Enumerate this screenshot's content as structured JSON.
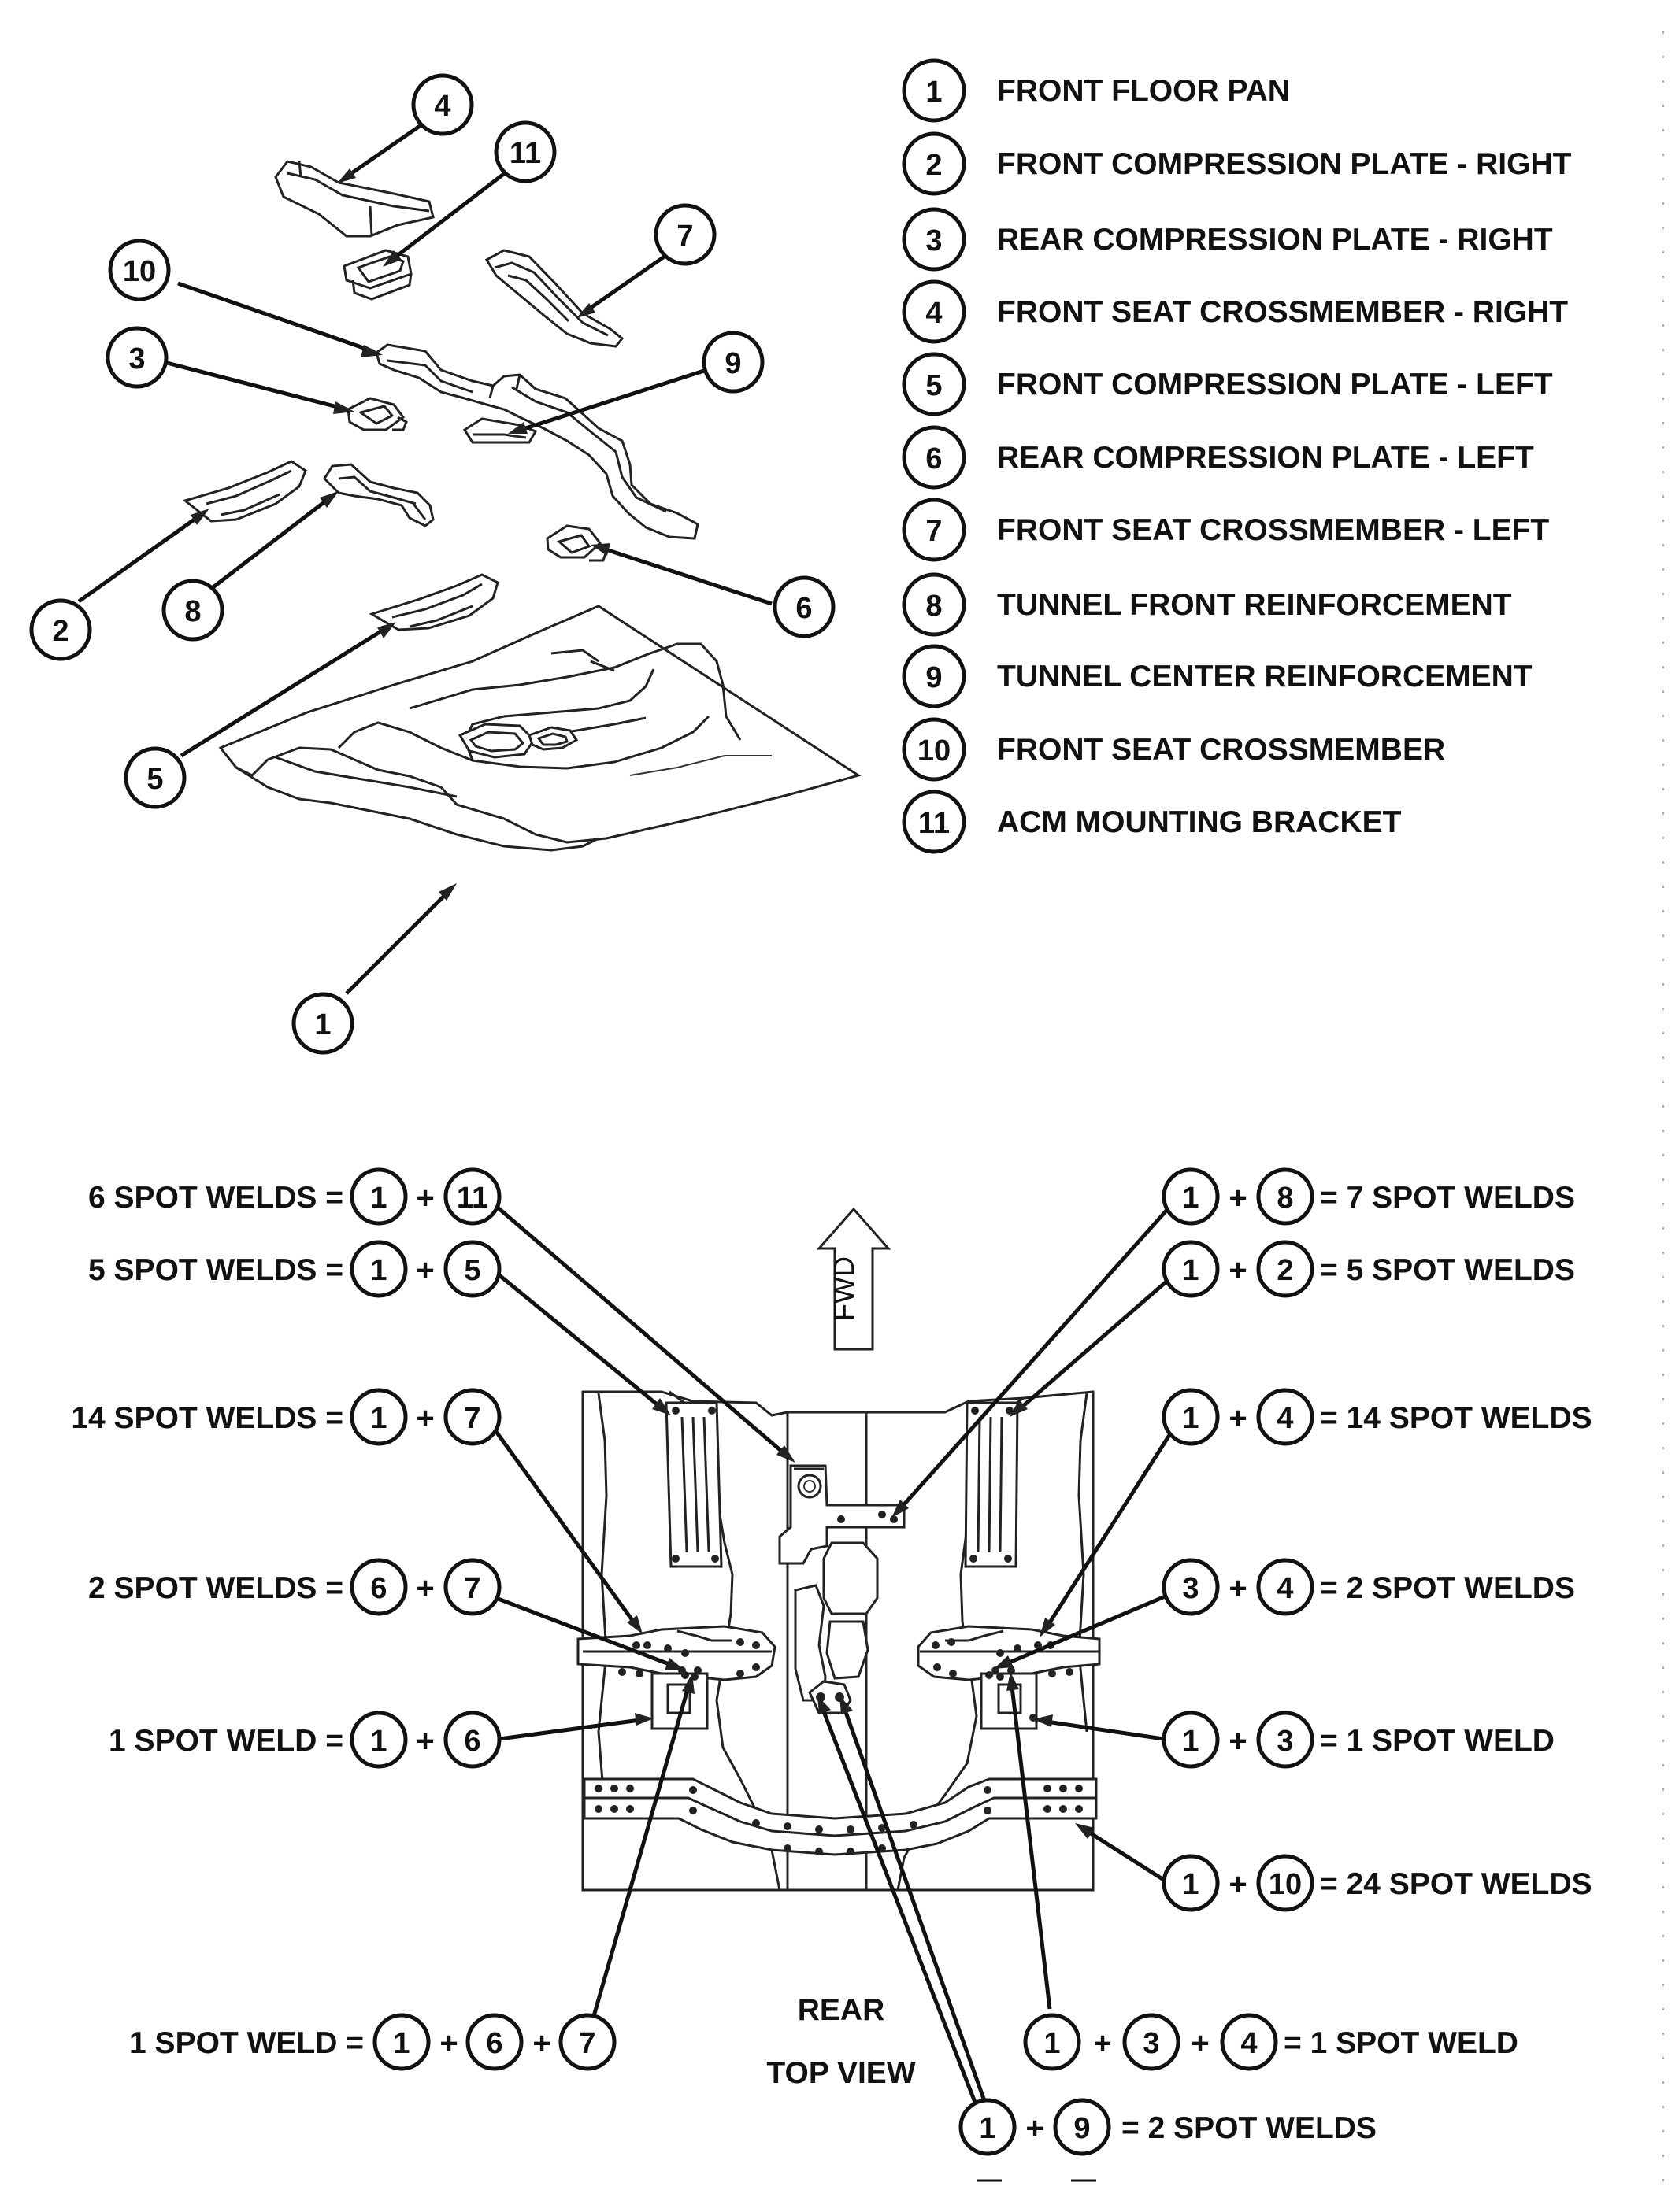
{
  "legend": [
    {
      "num": "1",
      "label": "FRONT FLOOR PAN"
    },
    {
      "num": "2",
      "label": "FRONT COMPRESSION PLATE - RIGHT"
    },
    {
      "num": "3",
      "label": "REAR COMPRESSION PLATE - RIGHT"
    },
    {
      "num": "4",
      "label": "FRONT SEAT CROSSMEMBER - RIGHT"
    },
    {
      "num": "5",
      "label": "FRONT COMPRESSION PLATE - LEFT"
    },
    {
      "num": "6",
      "label": "REAR COMPRESSION PLATE - LEFT"
    },
    {
      "num": "7",
      "label": "FRONT SEAT CROSSMEMBER - LEFT"
    },
    {
      "num": "8",
      "label": "TUNNEL FRONT REINFORCEMENT"
    },
    {
      "num": "9",
      "label": "TUNNEL CENTER REINFORCEMENT"
    },
    {
      "num": "10",
      "label": "FRONT SEAT CROSSMEMBER"
    },
    {
      "num": "11",
      "label": "ACM MOUNTING BRACKET"
    }
  ],
  "exploded_callouts": [
    "4",
    "11",
    "10",
    "7",
    "3",
    "9",
    "2",
    "8",
    "6",
    "5",
    "1"
  ],
  "welds_left": [
    {
      "text": "6 SPOT WELDS =",
      "parts": [
        "1",
        "11"
      ]
    },
    {
      "text": "5 SPOT WELDS =",
      "parts": [
        "1",
        "5"
      ]
    },
    {
      "text": "14 SPOT WELDS =",
      "parts": [
        "1",
        "7"
      ]
    },
    {
      "text": "2 SPOT WELDS =",
      "parts": [
        "6",
        "7"
      ]
    },
    {
      "text": "1 SPOT WELD =",
      "parts": [
        "1",
        "6"
      ]
    },
    {
      "text": "1 SPOT WELD =",
      "parts": [
        "1",
        "6",
        "7"
      ]
    }
  ],
  "welds_right": [
    {
      "text": "= 7 SPOT WELDS",
      "parts": [
        "1",
        "8"
      ]
    },
    {
      "text": "= 5 SPOT WELDS",
      "parts": [
        "1",
        "2"
      ]
    },
    {
      "text": "= 14 SPOT WELDS",
      "parts": [
        "1",
        "4"
      ]
    },
    {
      "text": "= 2 SPOT WELDS",
      "parts": [
        "3",
        "4"
      ]
    },
    {
      "text": "= 1 SPOT WELD",
      "parts": [
        "1",
        "3"
      ]
    },
    {
      "text": "= 24 SPOT WELDS",
      "parts": [
        "1",
        "10"
      ]
    },
    {
      "text": "= 1 SPOT WELD",
      "parts": [
        "1",
        "3",
        "4"
      ]
    }
  ],
  "weld_bottom": {
    "text": "= 2 SPOT WELDS",
    "parts": [
      "1",
      "9"
    ]
  },
  "plus_sign": "+",
  "fwd_label": "FWD",
  "rear_label": "REAR",
  "view_label": "TOP VIEW"
}
